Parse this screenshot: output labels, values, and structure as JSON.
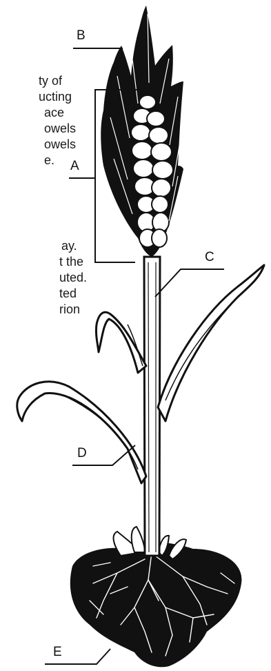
{
  "diagram": {
    "labels": {
      "a": "A",
      "b": "B",
      "c": "C",
      "d": "D",
      "e": "E"
    },
    "background_text": [
      "ty of",
      "ucting",
      "ace",
      "owels",
      "owels",
      "e.",
      "",
      "ay.",
      "t the",
      "uted.",
      "ted",
      "rion"
    ]
  }
}
